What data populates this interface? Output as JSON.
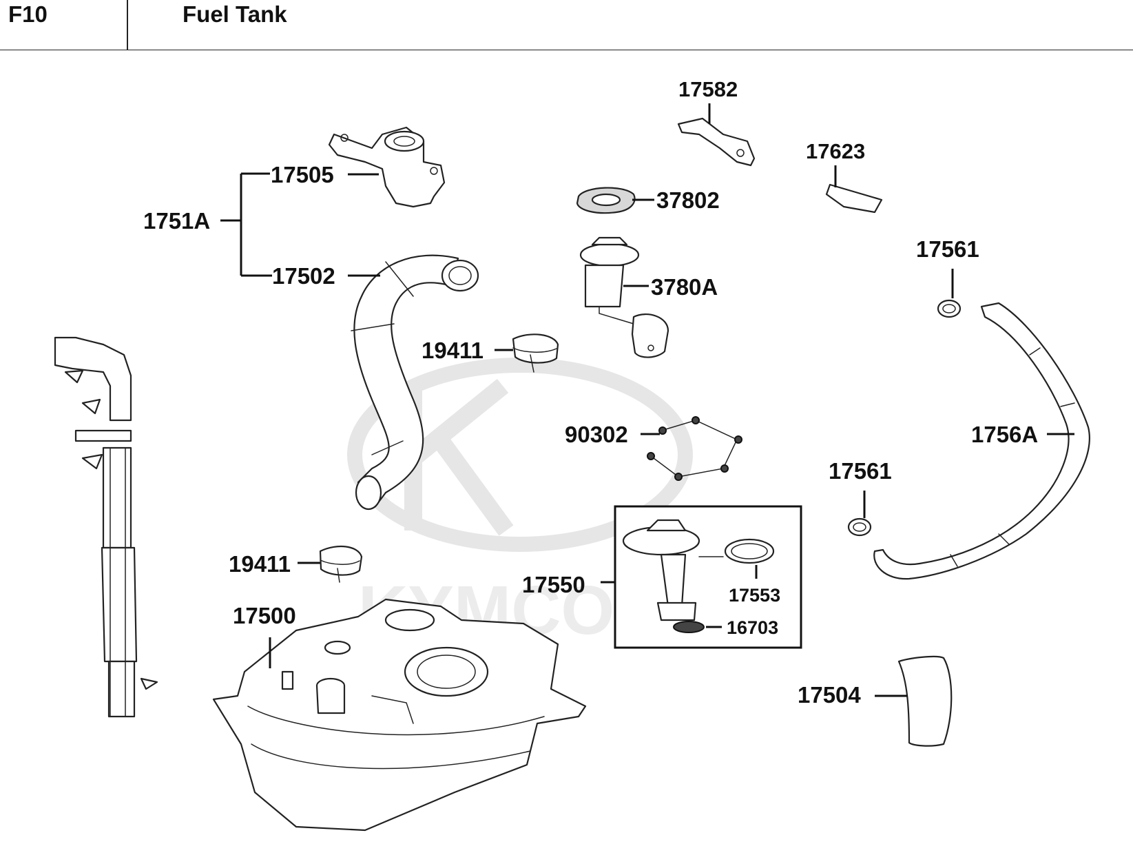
{
  "header": {
    "section_code": "F10",
    "title": "Fuel Tank"
  },
  "watermark": "KYMCO",
  "callouts": [
    {
      "id": "c-17582",
      "label": "17582"
    },
    {
      "id": "c-17623",
      "label": "17623"
    },
    {
      "id": "c-17505",
      "label": "17505"
    },
    {
      "id": "c-1751A",
      "label": "1751A"
    },
    {
      "id": "c-17502",
      "label": "17502"
    },
    {
      "id": "c-37802",
      "label": "37802"
    },
    {
      "id": "c-3780A",
      "label": "3780A"
    },
    {
      "id": "c-17561a",
      "label": "17561"
    },
    {
      "id": "c-19411a",
      "label": "19411"
    },
    {
      "id": "c-90302",
      "label": "90302"
    },
    {
      "id": "c-1756A",
      "label": "1756A"
    },
    {
      "id": "c-17561b",
      "label": "17561"
    },
    {
      "id": "c-19411b",
      "label": "19411"
    },
    {
      "id": "c-17550",
      "label": "17550"
    },
    {
      "id": "c-17553",
      "label": "17553"
    },
    {
      "id": "c-16703",
      "label": "16703"
    },
    {
      "id": "c-17500",
      "label": "17500"
    },
    {
      "id": "c-17504",
      "label": "17504"
    }
  ]
}
